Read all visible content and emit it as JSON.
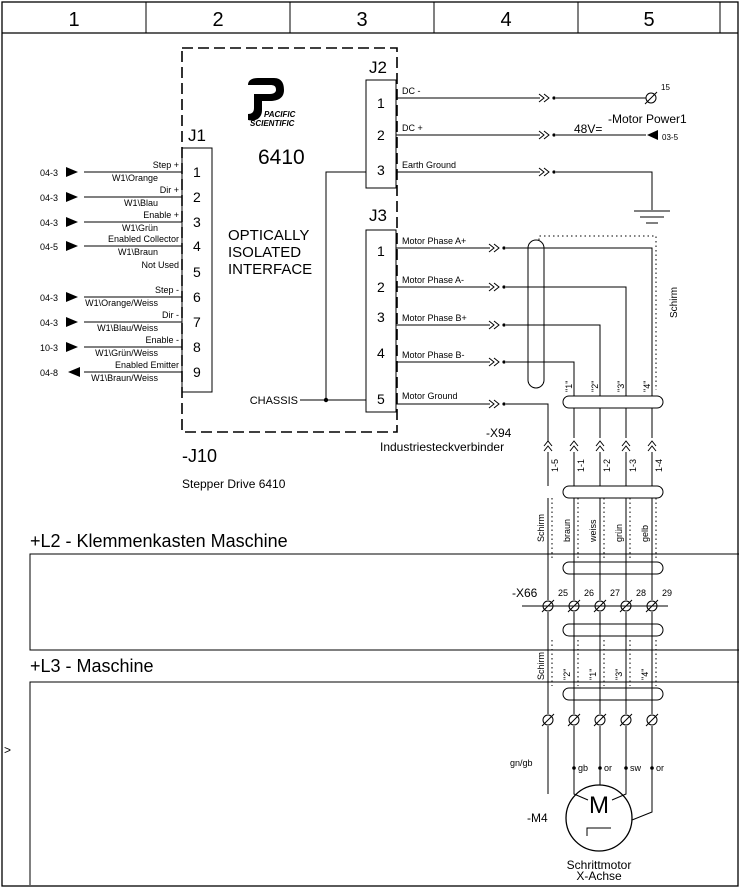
{
  "grid_columns": [
    "1",
    "2",
    "3",
    "4",
    "5"
  ],
  "drive": {
    "logo_line1": "PACIFIC",
    "logo_line2": "SCIENTIFIC",
    "model": "6410",
    "interface_lines": [
      "OPTICALLY",
      "ISOLATED",
      "INTERFACE"
    ],
    "chassis_label": "CHASSIS",
    "tag": "-J10",
    "description": "Stepper Drive 6410"
  },
  "j1": {
    "title": "J1",
    "pins": [
      "1",
      "2",
      "3",
      "4",
      "5",
      "6",
      "7",
      "8",
      "9"
    ],
    "signals": [
      {
        "ref": "04-3",
        "name": "Step +",
        "wire": "W1\\Orange",
        "dir": "in"
      },
      {
        "ref": "04-3",
        "name": "Dir +",
        "wire": "W1\\Blau",
        "dir": "in"
      },
      {
        "ref": "04-3",
        "name": "Enable +",
        "wire": "W1\\Grün",
        "dir": "in"
      },
      {
        "ref": "04-5",
        "name": "Enabled Collector",
        "wire": "W1\\Braun",
        "dir": "in"
      },
      {
        "ref": "",
        "name": "Not Used",
        "wire": "",
        "dir": ""
      },
      {
        "ref": "04-3",
        "name": "Step -",
        "wire": "W1\\Orange/Weiss",
        "dir": "in"
      },
      {
        "ref": "04-3",
        "name": "Dir -",
        "wire": "W1\\Blau/Weiss",
        "dir": "in"
      },
      {
        "ref": "10-3",
        "name": "Enable -",
        "wire": "W1\\Grün/Weiss",
        "dir": "in"
      },
      {
        "ref": "04-8",
        "name": "Enabled Emitter",
        "wire": "W1\\Braun/Weiss",
        "dir": "out"
      }
    ]
  },
  "j2": {
    "title": "J2",
    "pins": [
      "1",
      "2",
      "3"
    ],
    "signals": [
      "DC -",
      "DC +",
      "Earth Ground"
    ],
    "terminal_15": "15",
    "power_label": "-Motor Power1",
    "voltage": "48V=",
    "ref_03_5": "03-5"
  },
  "j3": {
    "title": "J3",
    "pins": [
      "1",
      "2",
      "3",
      "4",
      "5"
    ],
    "signals": [
      "Motor Phase A+",
      "Motor Phase A-",
      "Motor Phase B+",
      "Motor Phase B-",
      "Motor Ground"
    ],
    "shield_label": "Schirm"
  },
  "x94": {
    "tag": "-X94",
    "name": "Industriesteckverbinder",
    "top_pins": [
      "\"1\"",
      "\"2\"",
      "\"3\"",
      "\"4\""
    ],
    "contacts": [
      "1-5",
      "1-1",
      "1-2",
      "1-3",
      "1-4"
    ]
  },
  "cable_wires": [
    "Schirm",
    "braun",
    "weiss",
    "grün",
    "gelb"
  ],
  "section_l2": {
    "title": "+L2 - Klemmenkasten Maschine"
  },
  "x66": {
    "tag": "-X66",
    "terminals": [
      "25",
      "26",
      "27",
      "28",
      "29"
    ]
  },
  "section_l3": {
    "title": "+L3 - Maschine"
  },
  "l3_cable": [
    "Schirm",
    "\"2\"",
    "\"1\"",
    "\"3\"",
    "\"4\""
  ],
  "motor": {
    "tag": "-M4",
    "symbol": "M",
    "wires": [
      "gn/gb",
      "gb",
      "or",
      "sw",
      "or"
    ],
    "name_line1": "Schrittmotor",
    "name_line2": "X-Achse"
  },
  "margin_marker": ">"
}
